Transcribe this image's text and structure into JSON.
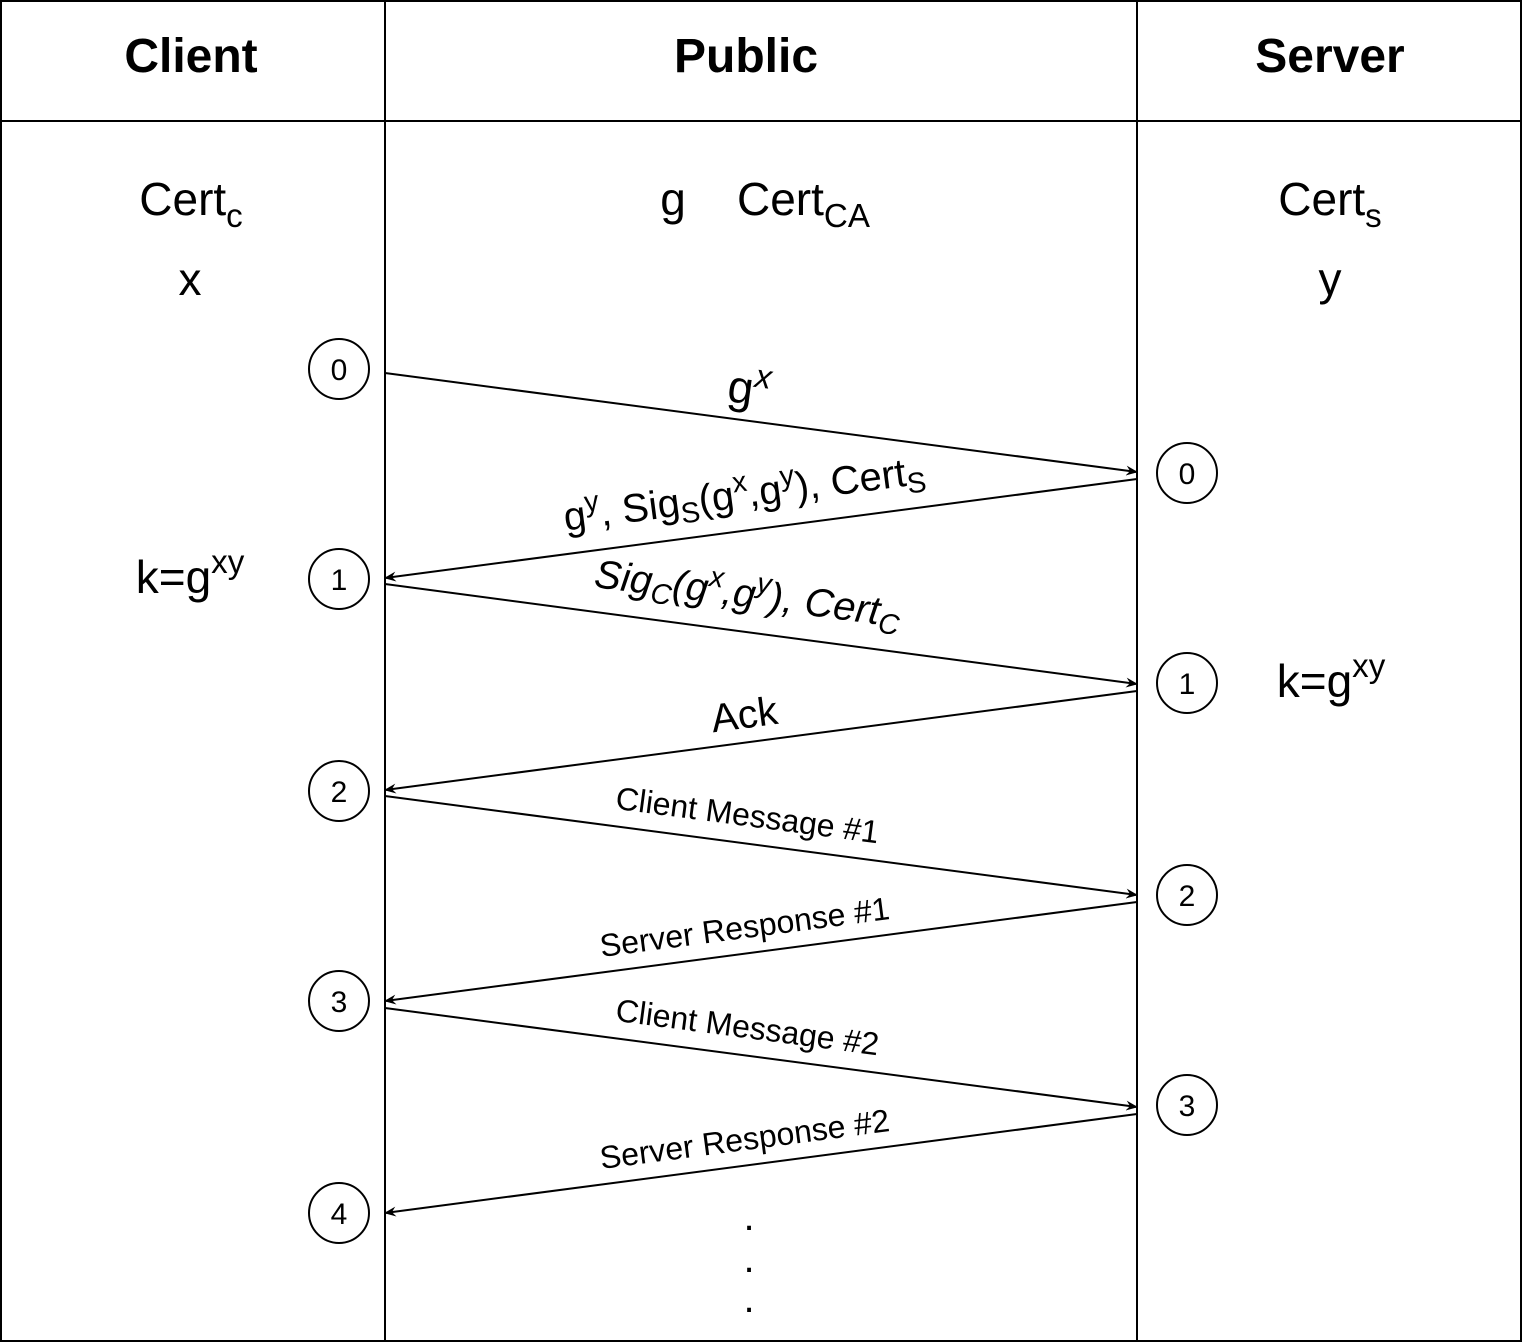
{
  "columns": {
    "client": "Client",
    "public": "Public",
    "server": "Server"
  },
  "client_vars": {
    "cert_base": "Cert",
    "cert_sub": "c",
    "secret": "x",
    "key_base": "k=g",
    "key_sup": "xy"
  },
  "public_vars": {
    "generator": "g",
    "cert_base": "Cert",
    "cert_sub": "CA"
  },
  "server_vars": {
    "cert_base": "Cert",
    "cert_sub": "s",
    "secret": "y",
    "key_base": "k=g",
    "key_sup": "xy"
  },
  "messages": {
    "m0": {
      "base": "g",
      "sup": "x"
    },
    "m1": {
      "a": "g",
      "a_sup": "y",
      "b": ", Sig",
      "b_sub": "S",
      "c": "(g",
      "c_sup": "x",
      "d": ",g",
      "d_sup": "y",
      "e": "), Cert",
      "e_sub": "S"
    },
    "m2": {
      "a": "Sig",
      "a_sub": "C",
      "b": "(g",
      "b_sup": "x",
      "c": ",g",
      "c_sup": "y",
      "d": "), Cert",
      "d_sub": "C"
    },
    "m3": "Ack",
    "m4": "Client Message #1",
    "m5": "Server Response #1",
    "m6": "Client Message #2",
    "m7": "Server Response #2"
  },
  "client_steps": [
    "0",
    "1",
    "2",
    "3",
    "4"
  ],
  "server_steps": [
    "0",
    "1",
    "2",
    "3"
  ],
  "ellipsis": "."
}
